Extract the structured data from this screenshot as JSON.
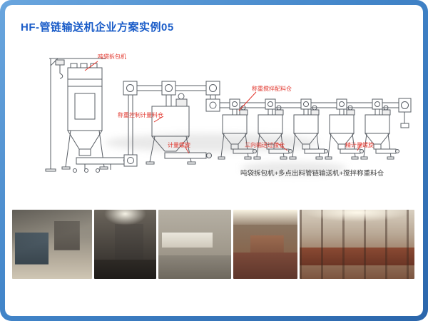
{
  "page": {
    "title": "HF-管链输送机企业方案实例05"
  },
  "diagram": {
    "labels": {
      "bag_unpacker": "吨袋拆包机",
      "weighing_mixing_bins": "称重搅拌配料仓",
      "weighing_metering_bin": "称重控制计量料仓",
      "metering_screw": "计量螺旋",
      "three_way_transfer_bin": "三向输送过渡仓",
      "fine_metering_screw": "精计量螺旋"
    },
    "caption": "吨袋拆包机+多点出料管链输送机+搅拌称重料仓"
  },
  "colors": {
    "accent_blue": "#1a5cc8",
    "label_red": "#e2372e",
    "frame_blue": "#4285c9"
  }
}
